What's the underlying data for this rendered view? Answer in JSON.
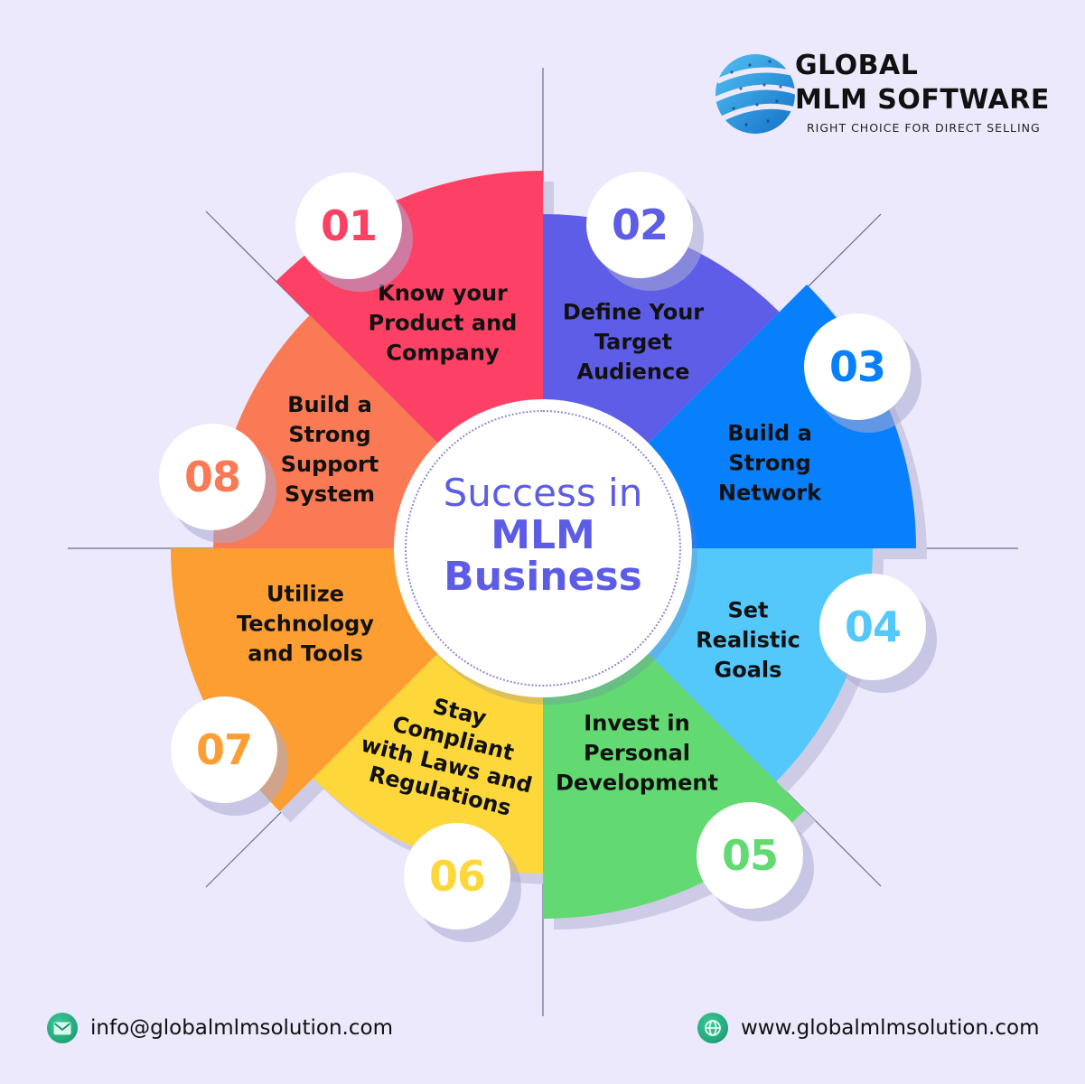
{
  "logo": {
    "title_line1": "GLOBAL",
    "title_line2": "MLM SOFTWARE",
    "tagline": "RIGHT CHOICE FOR DIRECT SELLING",
    "icon": "globe-network-icon"
  },
  "center": {
    "line1": "Success in",
    "line2": "MLM",
    "line3": "Business",
    "color": "#5d5ce6"
  },
  "segments": [
    {
      "number": "01",
      "label_lines": [
        "Know your",
        "Product and",
        "Company"
      ],
      "color": "#fc4165"
    },
    {
      "number": "02",
      "label_lines": [
        "Define Your",
        "Target",
        "Audience"
      ],
      "color": "#5e5de8"
    },
    {
      "number": "03",
      "label_lines": [
        "Build a",
        "Strong",
        "Network"
      ],
      "color": "#0980fb"
    },
    {
      "number": "04",
      "label_lines": [
        "Set",
        "Realistic",
        "Goals"
      ],
      "color": "#55c8fb"
    },
    {
      "number": "05",
      "label_lines": [
        "Invest in",
        "Personal",
        "Development"
      ],
      "color": "#63d972"
    },
    {
      "number": "06",
      "label_lines": [
        "Stay",
        "Compliant",
        "with Laws and",
        "Regulations"
      ],
      "color": "#fed83a"
    },
    {
      "number": "07",
      "label_lines": [
        "Utilize",
        "Technology",
        "and Tools"
      ],
      "color": "#fd9e33"
    },
    {
      "number": "08",
      "label_lines": [
        "Build a",
        "Strong",
        "Support",
        "System"
      ],
      "color": "#f97a55"
    }
  ],
  "footer": {
    "email": "info@globalmlmsolution.com",
    "email_icon": "mail-icon",
    "website": "www.globalmlmsolution.com",
    "website_icon": "globe-icon",
    "icon_color": "#1aa576"
  },
  "background_color": "#ebe9fb"
}
